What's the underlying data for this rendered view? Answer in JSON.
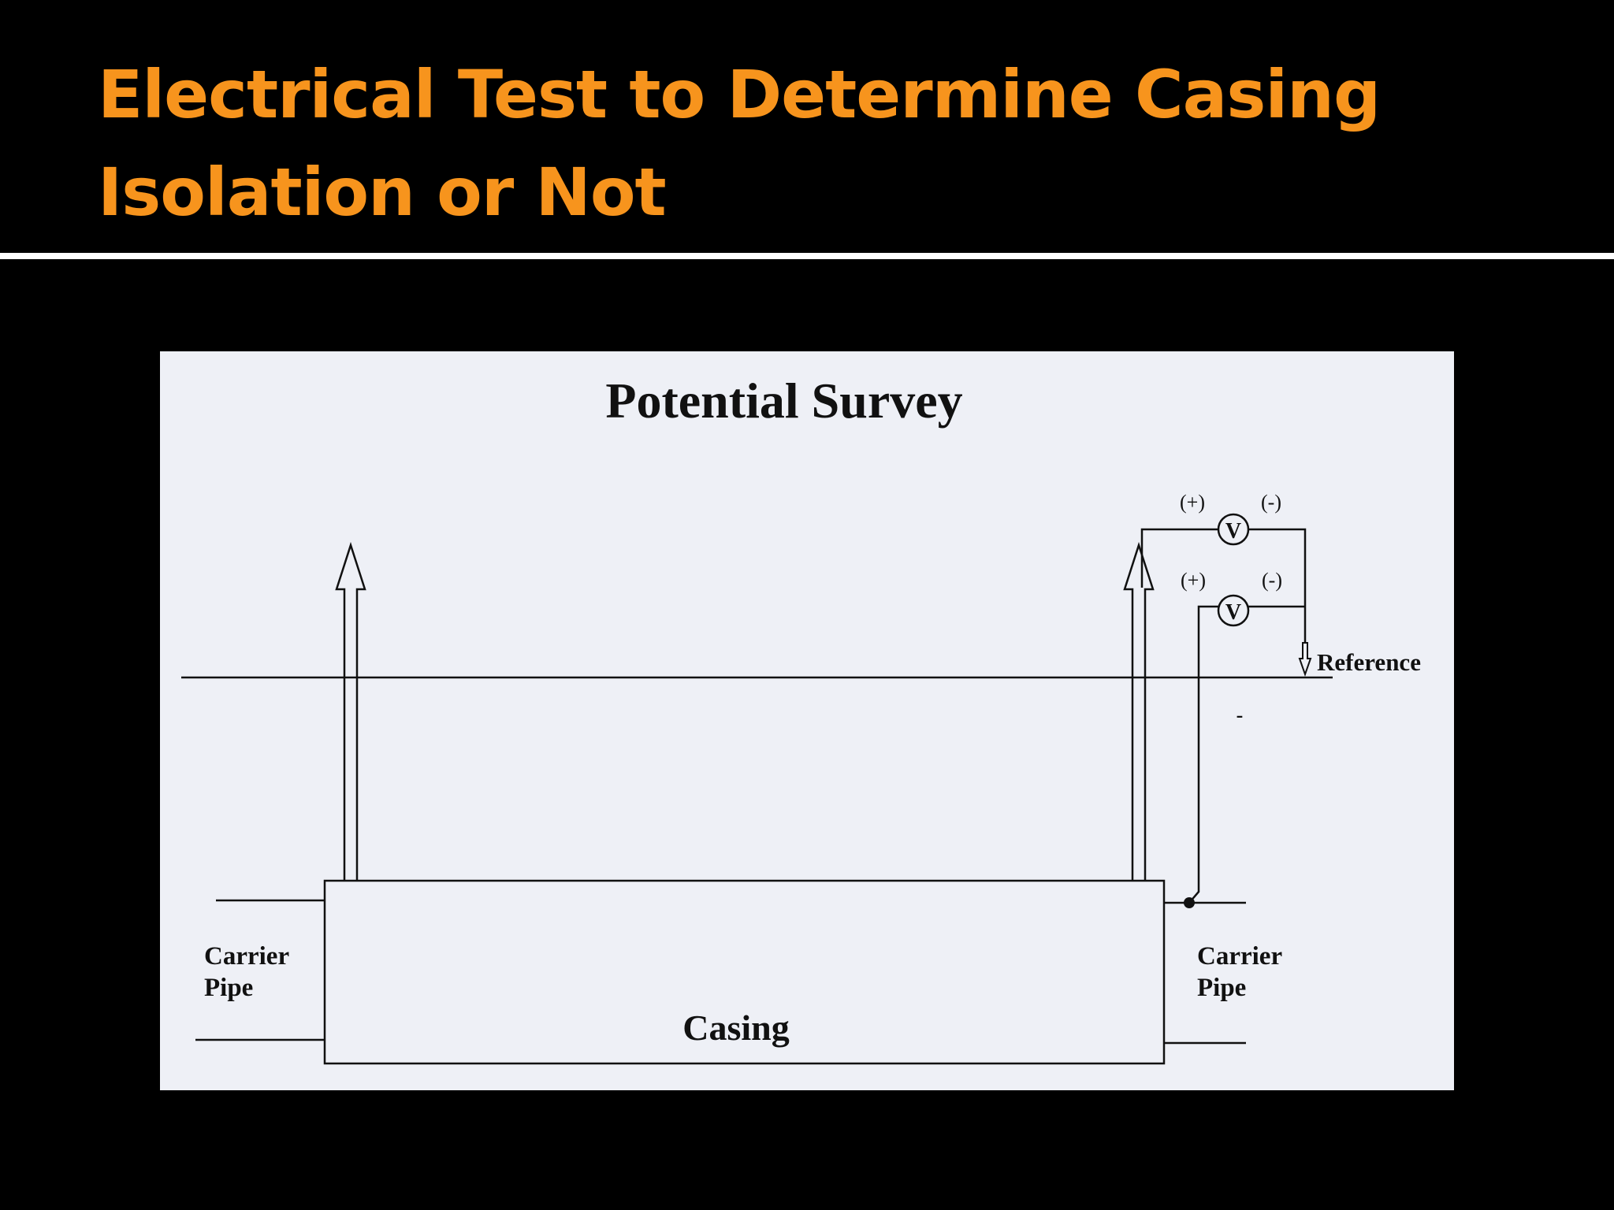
{
  "slide": {
    "title_line1": "Electrical Test to Determine Casing",
    "title_line2": "Isolation or Not",
    "title_color": "#F7941D",
    "background_color": "#000000"
  },
  "diagram": {
    "title": "Potential Survey",
    "casing_label": "Casing",
    "carrier_pipe_left": {
      "line1": "Carrier",
      "line2": "Pipe"
    },
    "carrier_pipe_right": {
      "line1": "Carrier",
      "line2": "Pipe"
    },
    "reference_label": "Reference",
    "voltmeter_top": {
      "symbol": "V",
      "plus_label": "(+)",
      "minus_label": "(-)"
    },
    "voltmeter_bottom": {
      "symbol": "V",
      "plus_label": "(+)",
      "minus_label": "(-)"
    },
    "stray_mark": "-",
    "panel_color": "#EEF0F6",
    "ink_color": "#111111"
  }
}
